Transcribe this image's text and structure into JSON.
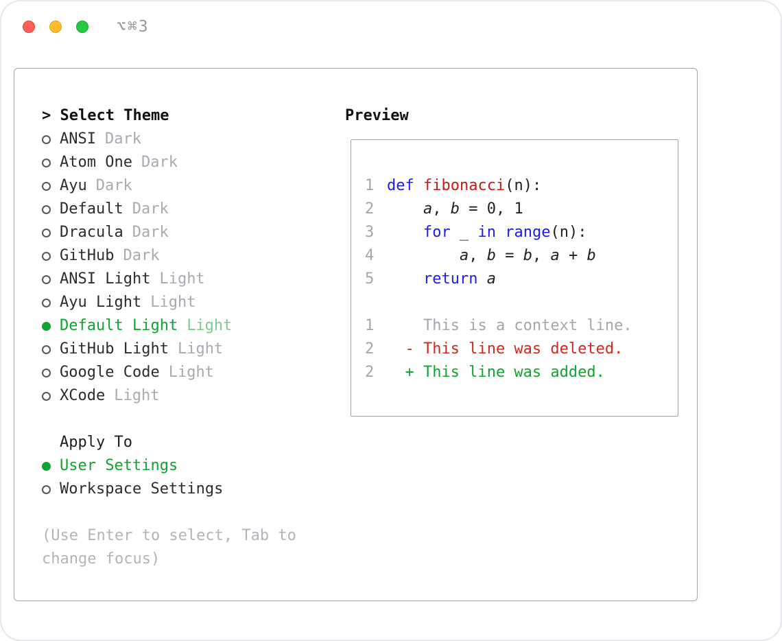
{
  "titlebar": {
    "shortcut": "⌥⌘3"
  },
  "colors": {
    "green": "#11a331",
    "blue": "#1c1cf0",
    "fnred": "#c41a16",
    "delred": "#d0281e",
    "traffic_red": "#ff5f57",
    "traffic_yellow": "#febc2e",
    "traffic_green": "#28c840"
  },
  "theme_picker": {
    "prompt": "> ",
    "title": "Select Theme",
    "items": [
      {
        "name": "ANSI",
        "variant": "Dark",
        "selected": false
      },
      {
        "name": "Atom One",
        "variant": "Dark",
        "selected": false
      },
      {
        "name": "Ayu",
        "variant": "Dark",
        "selected": false
      },
      {
        "name": "Default",
        "variant": "Dark",
        "selected": false
      },
      {
        "name": "Dracula",
        "variant": "Dark",
        "selected": false
      },
      {
        "name": "GitHub",
        "variant": "Dark",
        "selected": false
      },
      {
        "name": "ANSI Light",
        "variant": "Light",
        "selected": false
      },
      {
        "name": "Ayu Light",
        "variant": "Light",
        "selected": false
      },
      {
        "name": "Default Light",
        "variant": "Light",
        "selected": true
      },
      {
        "name": "GitHub Light",
        "variant": "Light",
        "selected": false
      },
      {
        "name": "Google Code",
        "variant": "Light",
        "selected": false
      },
      {
        "name": "XCode",
        "variant": "Light",
        "selected": false
      }
    ],
    "apply_to": {
      "title": "Apply To",
      "options": [
        {
          "label": "User Settings",
          "selected": true
        },
        {
          "label": "Workspace Settings",
          "selected": false
        }
      ]
    },
    "hint": "(Use Enter to select, Tab to change focus)"
  },
  "preview": {
    "title": "Preview",
    "code": [
      {
        "num": "1",
        "tokens": [
          {
            "text": "def "
          },
          {
            "text": "fibonacci"
          },
          {
            "text": "(n):"
          }
        ]
      },
      {
        "num": "2",
        "tokens": [
          {
            "text": "    "
          },
          {
            "text": "a"
          },
          {
            "text": ", "
          },
          {
            "text": "b"
          },
          {
            "text": " = 0, 1"
          }
        ]
      },
      {
        "num": "3",
        "tokens": [
          {
            "text": "    "
          },
          {
            "text": "for"
          },
          {
            "text": " _ "
          },
          {
            "text": "in"
          },
          {
            "text": " "
          },
          {
            "text": "range"
          },
          {
            "text": "(n):"
          }
        ]
      },
      {
        "num": "4",
        "tokens": [
          {
            "text": "        "
          },
          {
            "text": "a"
          },
          {
            "text": ", "
          },
          {
            "text": "b"
          },
          {
            "text": " = "
          },
          {
            "text": "b"
          },
          {
            "text": ", "
          },
          {
            "text": "a"
          },
          {
            "text": " + "
          },
          {
            "text": "b"
          }
        ]
      },
      {
        "num": "5",
        "tokens": [
          {
            "text": "    "
          },
          {
            "text": "return"
          },
          {
            "text": " "
          },
          {
            "text": "a"
          }
        ]
      }
    ],
    "diff": [
      {
        "num": "1",
        "text": "    This is a context line."
      },
      {
        "num": "2",
        "text": "  - This line was deleted."
      },
      {
        "num": "2",
        "text": "  + This line was added."
      }
    ]
  }
}
